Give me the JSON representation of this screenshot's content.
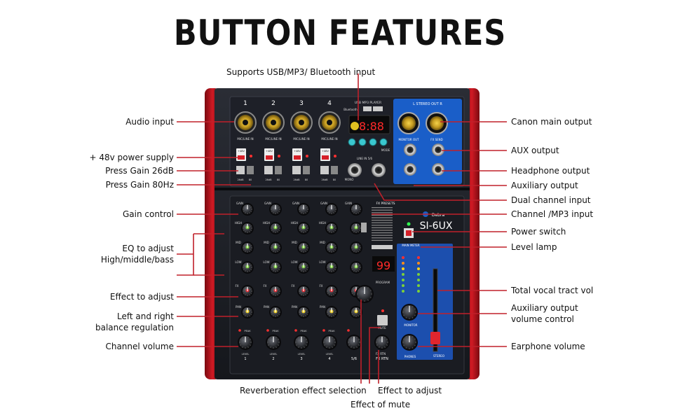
{
  "title": "BUTTON FEATURES",
  "mixer": {
    "model": "SI-6UX",
    "brand": "Debra",
    "channel_numbers": [
      "1",
      "2",
      "3",
      "4"
    ],
    "usb_player_label": "USB MP3 PLAYER",
    "bluetooth_label": "Bluetooth",
    "display_value": "8:88",
    "mic_line_label": "MIC/LINE IN",
    "line_in_label": "LINE IN 5/6",
    "mono_label": "MONO",
    "stereo_out_label": "L  STEREO OUT  R",
    "monitor_out_label": "MONITOR OUT",
    "fx_send_label": "FX SEND",
    "mode_label": "MODE",
    "phantom_label": "+48V",
    "pad_label": "26dB",
    "lowcut_label": "80",
    "gain_label": "GAIN",
    "eq_labels": [
      "HIGH",
      "MID",
      "LOW"
    ],
    "fx_label": "FX",
    "pan_label": "PAN",
    "peak_label": "PEAK",
    "level_label": "LEVEL",
    "fx_presets_label": "FX PRESETS",
    "program_label": "PROGRAM",
    "program_display": "99",
    "mute_label": "MUTE",
    "main_meter_label": "MAIN METER",
    "monitor_label": "MONITOR",
    "phones_label": "PHONES",
    "stereo_label": "STEREO",
    "fx_rtn_label": "FX RTN",
    "bottom_labels": [
      "1",
      "2",
      "3",
      "4",
      "5/6",
      "FX RTN"
    ]
  },
  "left_labels": [
    {
      "id": "audio-input",
      "text": "Audio input"
    },
    {
      "id": "phantom-power",
      "text": "+ 48v power supply"
    },
    {
      "id": "gain-26db",
      "text": "Press Gain 26dB"
    },
    {
      "id": "gain-80hz",
      "text": "Press Gain 80Hz"
    },
    {
      "id": "gain-control",
      "text": "Gain control"
    },
    {
      "id": "eq-adjust-1",
      "text": "EQ to adjust"
    },
    {
      "id": "eq-adjust-2",
      "text": "High/middle/bass"
    },
    {
      "id": "effect-adjust",
      "text": "Effect to adjust"
    },
    {
      "id": "balance-1",
      "text": "Left and right"
    },
    {
      "id": "balance-2",
      "text": "balance regulation"
    },
    {
      "id": "channel-volume",
      "text": "Channel volume"
    }
  ],
  "right_labels": [
    {
      "id": "canon-main-output",
      "text": "Canon main output"
    },
    {
      "id": "aux-output",
      "text": "AUX output"
    },
    {
      "id": "headphone-output",
      "text": "Headphone output"
    },
    {
      "id": "auxiliary-output",
      "text": "Auxiliary output"
    },
    {
      "id": "dual-channel-input",
      "text": "Dual channel input"
    },
    {
      "id": "channel-mp3-input",
      "text": "Channel /MP3 input"
    },
    {
      "id": "power-switch",
      "text": "Power switch"
    },
    {
      "id": "level-lamp",
      "text": "Level lamp"
    },
    {
      "id": "vocal-tract-vol",
      "text": "Total vocal tract vol"
    },
    {
      "id": "aux-volume-1",
      "text": "Auxiliary output"
    },
    {
      "id": "aux-volume-2",
      "text": "volume control"
    },
    {
      "id": "earphone-volume",
      "text": "Earphone volume"
    }
  ],
  "top_labels": [
    {
      "id": "usb-input",
      "text": "Supports USB/MP3/ Bluetooth input"
    }
  ],
  "bottom_labels": [
    {
      "id": "reverb-selection",
      "text": "Reverberation effect selection"
    },
    {
      "id": "effect-adjust-bottom",
      "text": "Effect to adjust"
    },
    {
      "id": "effect-mute",
      "text": "Effect of mute"
    }
  ],
  "colors": {
    "accent_line": "#c0202a",
    "mixer_red": "#b8121c",
    "panel_dark": "#1c1e24",
    "panel_blue": "#1a5ec8",
    "display_red": "#ff2a2a"
  }
}
